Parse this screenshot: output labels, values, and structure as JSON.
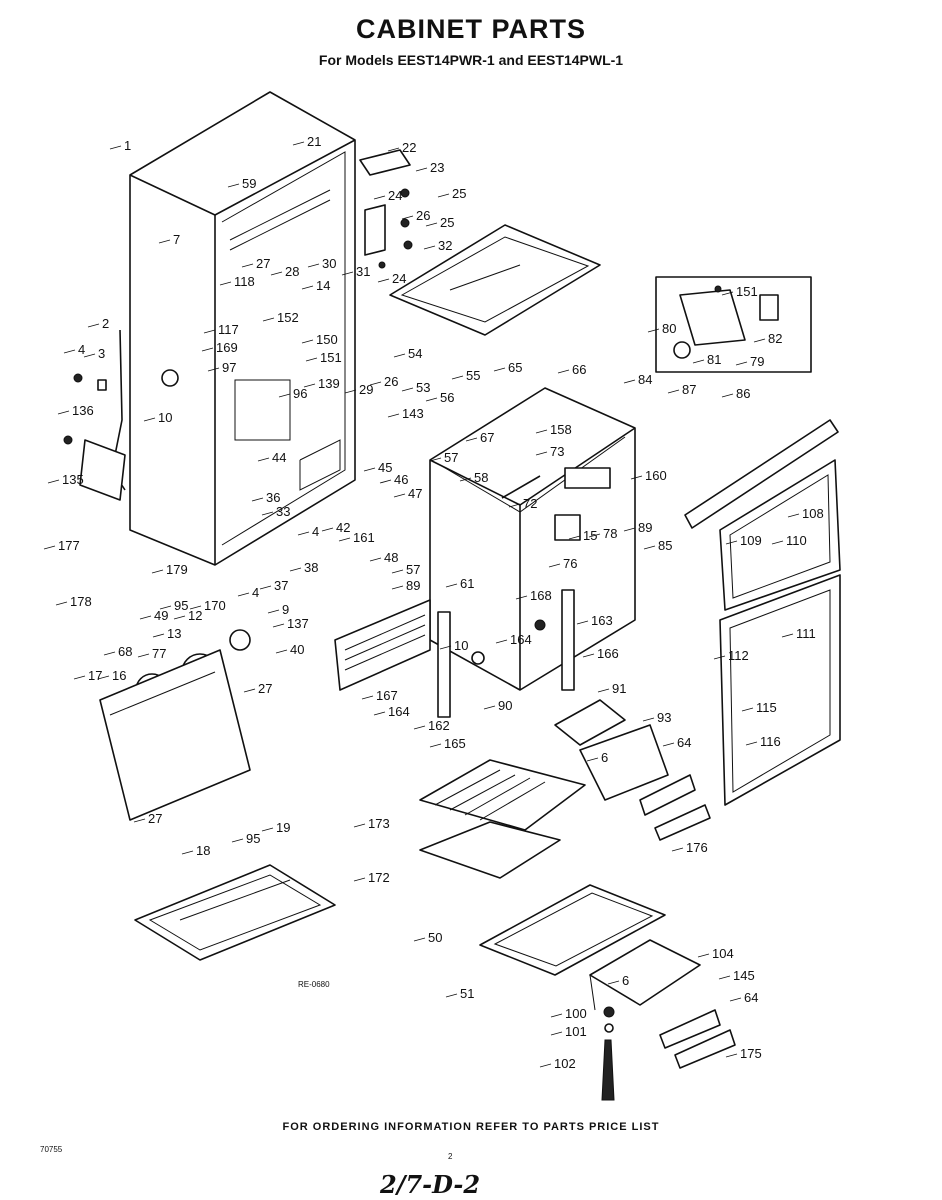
{
  "title": "CABINET PARTS",
  "subtitle": "For Models EEST14PWR-1 and EEST14PWL-1",
  "footer_note": "FOR ORDERING INFORMATION REFER TO PARTS PRICE LIST",
  "drawing_code": "RE-0680",
  "page_code": "70755",
  "small_mark": "2",
  "handwritten_ref": "2/7-D-2",
  "part_labels": [
    "1",
    "21",
    "22",
    "23",
    "59",
    "24",
    "25",
    "26",
    "25",
    "32",
    "7",
    "27",
    "28",
    "30",
    "31",
    "24",
    "118",
    "14",
    "117",
    "152",
    "150",
    "169",
    "151",
    "97",
    "96",
    "139",
    "29",
    "26",
    "53",
    "55",
    "65",
    "66",
    "4",
    "3",
    "2",
    "10",
    "136",
    "135",
    "143",
    "56",
    "57",
    "58",
    "67",
    "73",
    "158",
    "84",
    "87",
    "86",
    "44",
    "45",
    "46",
    "47",
    "36",
    "33",
    "4",
    "42",
    "161",
    "48",
    "57",
    "89",
    "72",
    "15",
    "78",
    "160",
    "89",
    "85",
    "177",
    "178",
    "179",
    "95",
    "49",
    "38",
    "37",
    "4",
    "170",
    "9",
    "61",
    "76",
    "108",
    "109",
    "110",
    "68",
    "13",
    "12",
    "77",
    "17",
    "16",
    "27",
    "137",
    "40",
    "10",
    "168",
    "163",
    "111",
    "112",
    "164",
    "167",
    "164",
    "162",
    "165",
    "90",
    "166",
    "91",
    "93",
    "6",
    "64",
    "115",
    "116",
    "27",
    "95",
    "19",
    "18",
    "173",
    "172",
    "176",
    "50",
    "104",
    "6",
    "145",
    "51",
    "100",
    "101",
    "64",
    "102",
    "175",
    "151",
    "80",
    "81",
    "79",
    "82",
    "54"
  ]
}
